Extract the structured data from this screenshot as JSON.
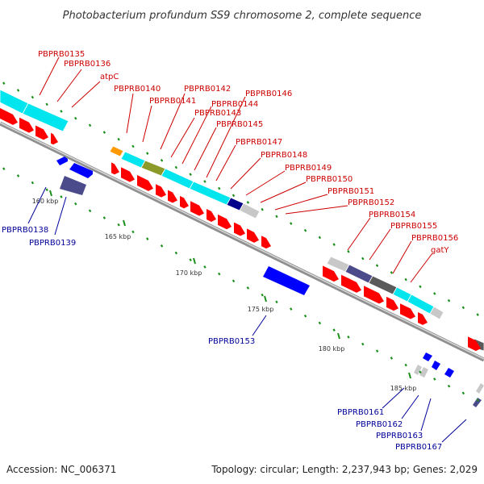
{
  "title": "Photobacterium profundum SS9 chromosome 2, complete sequence",
  "footer": {
    "accession": "Accession: NC_006371",
    "info": "Topology: circular; Length: 2,237,943 bp; Genes: 2,029"
  },
  "colors": {
    "forward_label": "#cc0000",
    "reverse_label": "#000099",
    "red_gene": "#ff0000",
    "blue_gene": "#0000ff",
    "cyan_cog": "#00e5ee",
    "gray_cog": "#c8c8c8",
    "slate_cog": "#4b4b8c",
    "olive_cog": "#8c9a2a",
    "orange_cog": "#ff9900",
    "green_dash": "#1a8f1a",
    "backbone": "#8f8f8f"
  },
  "scale_ticks": [
    "160 kbp",
    "165 kbp",
    "170 kbp",
    "175 kbp",
    "180 kbp",
    "185 kbp"
  ],
  "forward_labels": [
    "PBPRB0135",
    "PBPRB0136",
    "atpC",
    "PBPRB0140",
    "PBPRB0141",
    "PBPRB0142",
    "PBPRB0143",
    "PBPRB0144",
    "PBPRB0145",
    "PBPRB0146",
    "PBPRB0147",
    "PBPRB0148",
    "PBPRB0149",
    "PBPRB0150",
    "PBPRB0151",
    "PBPRB0152",
    "PBPRB0154",
    "PBPRB0155",
    "PBPRB0156",
    "gatY"
  ],
  "reverse_labels": [
    "PBPRB0138",
    "PBPRB0139",
    "PBPRB0153",
    "PBPRB0161",
    "PBPRB0162",
    "PBPRB0163",
    "PBPRB0167"
  ]
}
